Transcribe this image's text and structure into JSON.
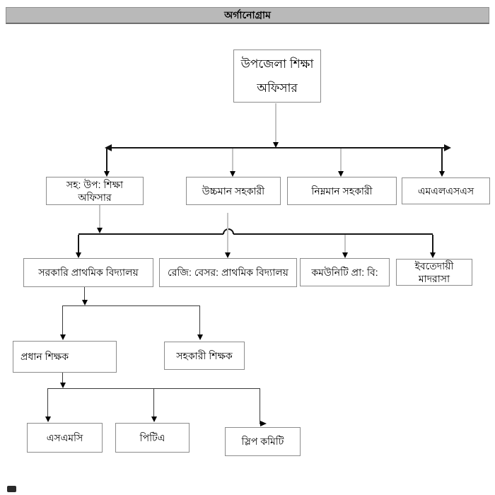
{
  "header": {
    "label": "অর্গানোগ্রাম"
  },
  "nodes": {
    "l1": {
      "label": "উপজেলা শিক্ষা অফিসার"
    },
    "l2a": {
      "label": "সহ: উপ: শিক্ষা অফিসার"
    },
    "l2b": {
      "label": "উচ্চমান সহকারী"
    },
    "l2c": {
      "label": "নিম্নমান সহকারী"
    },
    "l2d": {
      "label": "এমএলএসএস"
    },
    "l3a": {
      "label": "সরকারি প্রাথমিক বিদ্যালয়"
    },
    "l3b": {
      "label": "রেজি: বেসর: প্রাথমিক বিদ্যালয়"
    },
    "l3c": {
      "label": "কমউনিটি প্রা: বি:"
    },
    "l3d": {
      "label": "ইবতেদায়ী মাদরাসা"
    },
    "l4a": {
      "label": "প্রধান শিক্ষক"
    },
    "l4b": {
      "label": "সহকারী শিক্ষক"
    },
    "l5a": {
      "label": "এসএমসি"
    },
    "l5b": {
      "label": "পিটিএ"
    },
    "l5c": {
      "label": "স্লিপ কমিটি"
    }
  },
  "structure": {
    "root": "উপজেলা শিক্ষা অফিসার",
    "level2": [
      "সহ: উপ: শিক্ষা অফিসার",
      "উচ্চমান সহকারী",
      "নিম্নমান সহকারী",
      "এমএলএসএস"
    ],
    "level3_under_asst_officer": [
      "সরকারি প্রাথমিক বিদ্যালয়",
      "রেজি: বেসর: প্রাথমিক বিদ্যালয়",
      "কমউনিটি প্রা: বি:",
      "ইবতেদায়ী মাদরাসা"
    ],
    "level4_under_govt_primary": [
      "প্রধান শিক্ষক",
      "সহকারী শিক্ষক"
    ],
    "level5_under_head_teacher": [
      "এসএমসি",
      "পিটিএ",
      "স্লিপ কমিটি"
    ]
  },
  "colors": {
    "header_bg": "#b9b9b9",
    "box_border": "#8c8c8c",
    "line_black": "#161616",
    "line_gray": "#c4c4c4",
    "connector_dark": "#3a3a3a"
  }
}
